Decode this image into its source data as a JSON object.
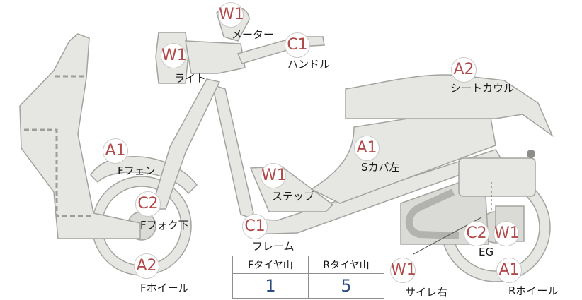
{
  "parts": [
    {
      "id": "meter",
      "grade": "W1",
      "label": "メーター"
    },
    {
      "id": "light",
      "grade": "W1",
      "label": "ライト"
    },
    {
      "id": "handle",
      "grade": "C1",
      "label": "ハンドル"
    },
    {
      "id": "seat-cowl",
      "grade": "A2",
      "label": "シートカウル"
    },
    {
      "id": "front-fender",
      "grade": "A1",
      "label": "Fフェン"
    },
    {
      "id": "side-cover-left",
      "grade": "A1",
      "label": "Sカバ左"
    },
    {
      "id": "step",
      "grade": "W1",
      "label": "ステップ"
    },
    {
      "id": "front-fork-lower",
      "grade": "C2",
      "label": "Fフォク下"
    },
    {
      "id": "frame",
      "grade": "C1",
      "label": "フレーム"
    },
    {
      "id": "engine",
      "grade": "C2",
      "label": "EG"
    },
    {
      "id": "engine-extra",
      "grade": "W1",
      "label": ""
    },
    {
      "id": "front-wheel",
      "grade": "A2",
      "label": "Fホイール"
    },
    {
      "id": "muffler-right",
      "grade": "W1",
      "label": "サイレ右"
    },
    {
      "id": "rear-wheel",
      "grade": "A1",
      "label": "Rホイール"
    }
  ],
  "tread": {
    "front_header": "Fタイヤ山",
    "rear_header": "Rタイヤ山",
    "front_value": "1",
    "rear_value": "5"
  },
  "colors": {
    "grade_text": "#b24a4a",
    "tread_value": "#2a4a82",
    "part_fill": "#e6e6e3",
    "part_stroke": "#a3a3a0"
  }
}
